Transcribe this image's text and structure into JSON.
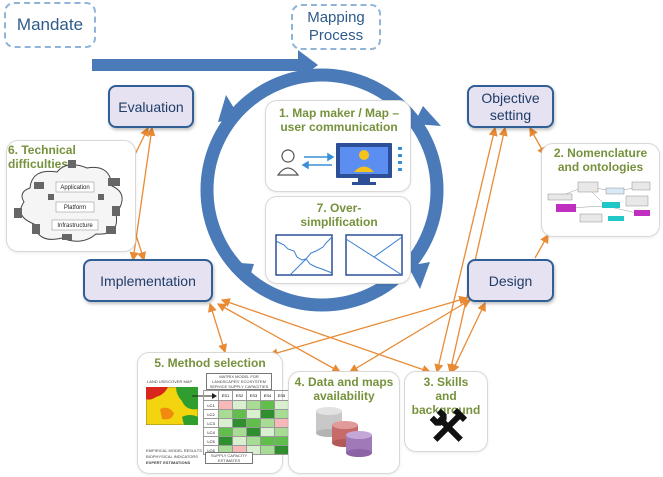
{
  "top": {
    "mandate": "Mandate",
    "mapping_process": "Mapping\nProcess"
  },
  "stages": {
    "evaluation": "Evaluation",
    "objective_setting": "Objective\nsetting",
    "implementation": "Implementation",
    "design": "Design"
  },
  "center": {
    "communication": "1. Map maker / Map –\nuser communication",
    "oversimplification": "7.  Over-\nsimplification"
  },
  "challenges": {
    "nomenclature": "2. Nomenclature\nand ontologies",
    "skills": "3. Skills\nand background",
    "data": "4. Data and maps\navailability",
    "method": "5. Method selection",
    "technical": "6. Technical difficulties"
  },
  "tech_cloud": {
    "application": "Application",
    "platform": "Platform",
    "infrastructure": "Infrastructure"
  },
  "method_figure": {
    "landcover": "LAND USE/COVER MAP",
    "matrix_title": "MATRIX MODEL FOR LANDSCAPES' ECOSYSTEM SERVICE SUPPLY CAPACITIES",
    "empirical": "EMPIRICAL MODEL RESULTS",
    "biophysical": "BIOPHYSICAL INDICATORS",
    "expert": "EXPERT ESTIMATIONS",
    "supply": "SUPPLY CAPACITY ESTIMATES",
    "columns": [
      "ES1",
      "ES2",
      "ES3",
      "ES4",
      "ES5"
    ],
    "rows": [
      "LC1",
      "LC2",
      "LC3",
      "LC4",
      "LC5",
      "LC6"
    ]
  },
  "colors": {
    "cycle": "#4a7ab8",
    "arrow": "#e98b35",
    "stage_fill": "#e6e2f2",
    "stage_border": "#2f5f94",
    "label_green": "#76923c"
  }
}
